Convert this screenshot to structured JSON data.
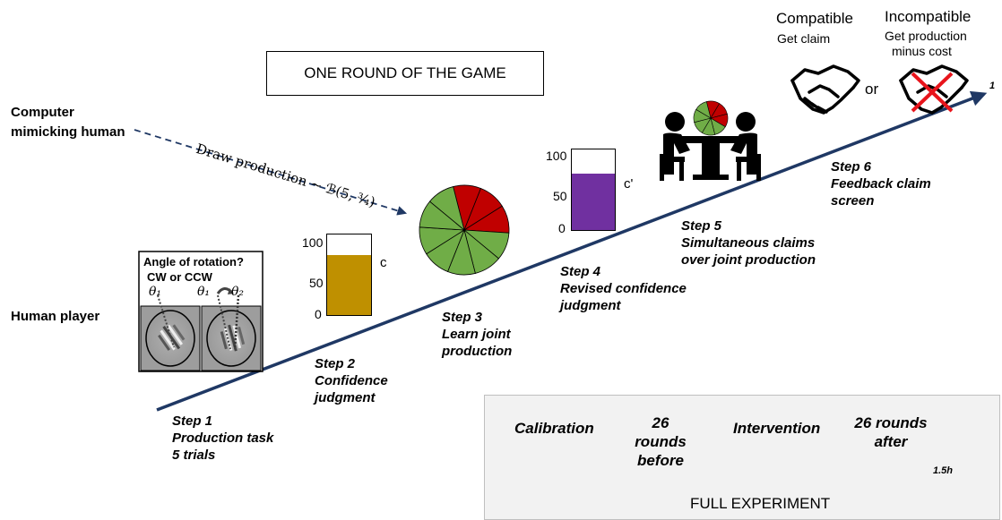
{
  "title": "ONE ROUND OF THE GAME",
  "agents": {
    "computer": "Computer\nmimicking human",
    "human": "Human player"
  },
  "draw_production_label": "Draw production ~ ℬ(5, ¾)",
  "task_panel": {
    "question": "Angle of rotation?",
    "options": "CW or CCW",
    "theta1": "θ₁",
    "theta1b": "θ₁",
    "theta2": "θ₂"
  },
  "gauge_ticks": [
    "100",
    "50",
    "0"
  ],
  "confidence_gauge": {
    "label": "c",
    "level_percent": 75,
    "color": "#bf9000"
  },
  "revised_gauge": {
    "label": "c'",
    "level_percent": 70,
    "color": "#7030a0"
  },
  "joint_production_pie": {
    "segments": 10,
    "red_segments": 3,
    "green": "#70ad47",
    "red": "#c00000"
  },
  "steps": [
    {
      "name": "Step 1",
      "desc": [
        "Production task",
        "5 trials"
      ]
    },
    {
      "name": "Step 2",
      "desc": [
        "Confidence",
        "judgment"
      ]
    },
    {
      "name": "Step 3",
      "desc": [
        "Learn joint",
        "production"
      ]
    },
    {
      "name": "Step 4",
      "desc": [
        "Revised confidence",
        "judgment"
      ]
    },
    {
      "name": "Step 5",
      "desc": [
        "Simultaneous claims",
        "over joint production"
      ]
    },
    {
      "name": "Step 6",
      "desc": [
        "Feedback claim",
        "screen"
      ]
    }
  ],
  "outcomes": {
    "compatible": {
      "title": "Compatible",
      "sub": "Get claim"
    },
    "or": "or",
    "incompatible": {
      "title": "Incompatible",
      "sub1": "Get production",
      "sub2": "minus cost"
    }
  },
  "arrow_end_label": "1",
  "full_experiment": {
    "caption": "FULL EXPERIMENT",
    "phases": [
      "Calibration",
      "26 rounds before",
      "Intervention",
      "26 rounds after"
    ],
    "duration": "1.5h"
  },
  "colors": {
    "navy": "#1f3864",
    "gold": "#bf9000",
    "purple": "#7030a0",
    "green": "#70ad47",
    "red": "#c00000"
  }
}
